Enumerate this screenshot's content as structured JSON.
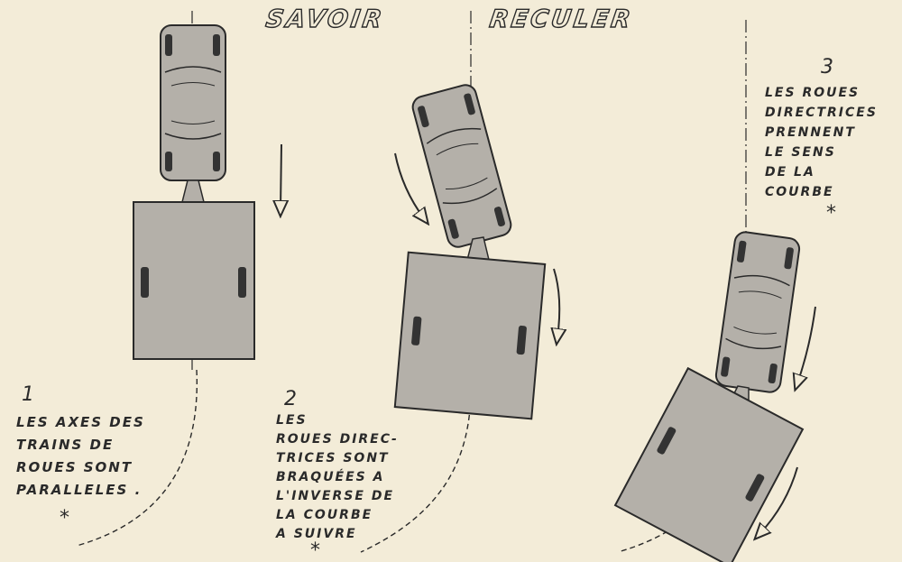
{
  "title": {
    "word1": "SAVOIR",
    "word2": "RECULER"
  },
  "steps": [
    {
      "number": "1",
      "lines": [
        "LES AXES DES",
        "TRAINS DE",
        "ROUES SONT",
        "PARALLELES ."
      ],
      "star": "*"
    },
    {
      "number": "2",
      "lines": [
        "LES",
        "ROUES DIREC-",
        "TRICES SONT",
        "BRAQUÉES A",
        "L'INVERSE DE",
        "LA COURBE",
        "A SUIVRE"
      ],
      "star": "*"
    },
    {
      "number": "3",
      "lines": [
        "LES ROUES",
        "DIRECTRICES",
        "PRENNENT",
        "LE SENS",
        "DE LA",
        "COURBE"
      ],
      "star": "*"
    }
  ],
  "colors": {
    "paper": "#f3ecd8",
    "vehicle": "#b4b0a9",
    "ink": "#2a2a2a",
    "tire": "#333333"
  }
}
